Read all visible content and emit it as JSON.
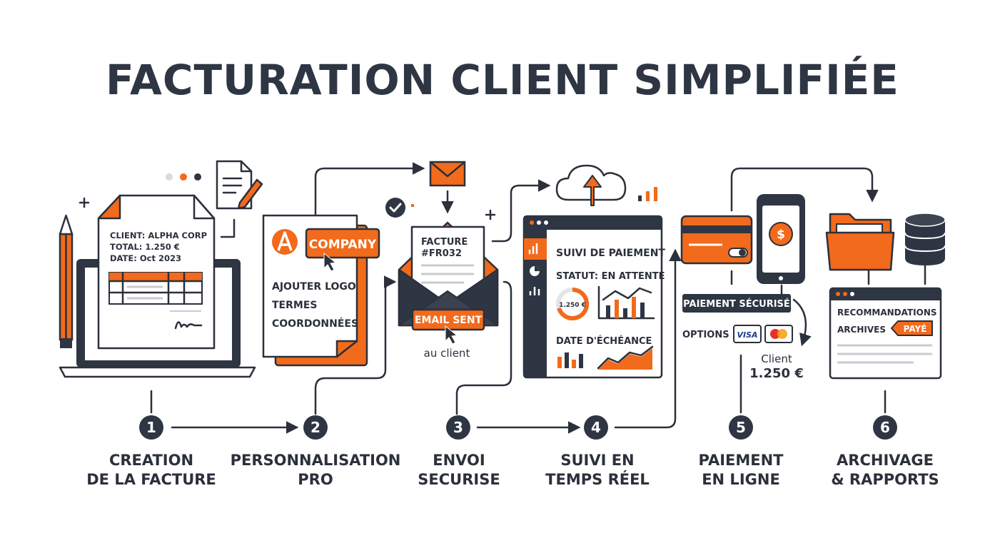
{
  "title": "FACTURATION CLIENT SIMPLIFIÉE",
  "colors": {
    "accent": "#f26a1b",
    "ink": "#2b303b",
    "paper": "#ffffff",
    "dark": "#2e3543"
  },
  "steps": [
    {
      "number": "1",
      "label": "CREATION\nDE LA FACTURE"
    },
    {
      "number": "2",
      "label": "PERSONNALISATION\nPRO"
    },
    {
      "number": "3",
      "label": "ENVOI\nSECURISE"
    },
    {
      "number": "4",
      "label": "SUIVI EN\nTEMPS RÉEL"
    },
    {
      "number": "5",
      "label": "PAIEMENT\nEN LIGNE"
    },
    {
      "number": "6",
      "label": "ARCHIVAGE\n& RAPPORTS"
    }
  ],
  "invoice": {
    "client": "CLIENT: ALPHA CORP",
    "total": "TOTAL: 1.250 €",
    "date": "DATE: Oct 2023"
  },
  "branding": {
    "company": "COMPANY",
    "lines": [
      "AJOUTER LOGO",
      "TERMES",
      "COORDONNÉES"
    ]
  },
  "email": {
    "invoice_line1": "FACTURE",
    "invoice_line2": "#FR032",
    "sent_button": "EMAIL SENT",
    "caption": "au client"
  },
  "tracking": {
    "heading": "SUIVI DE PAIEMENT",
    "status": "STATUT: EN ATTENTE",
    "gauge": "1.250 €",
    "due": "DATE D'ÉCHÉANCE"
  },
  "payment": {
    "badge": "PAIEMENT SÉCURISÉ",
    "options": "OPTIONS",
    "visa": "VISA",
    "client_label": "Client",
    "amount": "1.250 €",
    "coin_symbol": "$"
  },
  "archive": {
    "line1": "RECOMMANDATIONS",
    "line2": "ARCHIVES",
    "tag": "PAYÉ"
  },
  "icons": [
    "pencil-icon",
    "laptop-icon",
    "invoice-document-icon",
    "document-edit-icon",
    "company-logo-icon",
    "cursor-icon",
    "envelope-icon",
    "check-circle-icon",
    "cloud-upload-icon",
    "bar-chart-icon",
    "dashboard-window-icon",
    "credit-card-icon",
    "smartphone-icon",
    "dollar-coin-icon",
    "mastercard-icon",
    "folder-icon",
    "database-icon",
    "report-window-icon"
  ]
}
